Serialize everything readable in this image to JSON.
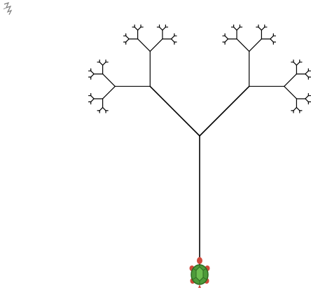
{
  "turtle": {
    "heading": "up",
    "shell_color": "#4d9b3a",
    "shell_dark": "#2f6a22",
    "skin_color": "#d04a3c"
  },
  "tree": {
    "depth": 7,
    "branch_angle_degrees": 45,
    "length_ratio": 0.5,
    "line_color": "#000000"
  },
  "canvas_background": "#ffffff"
}
